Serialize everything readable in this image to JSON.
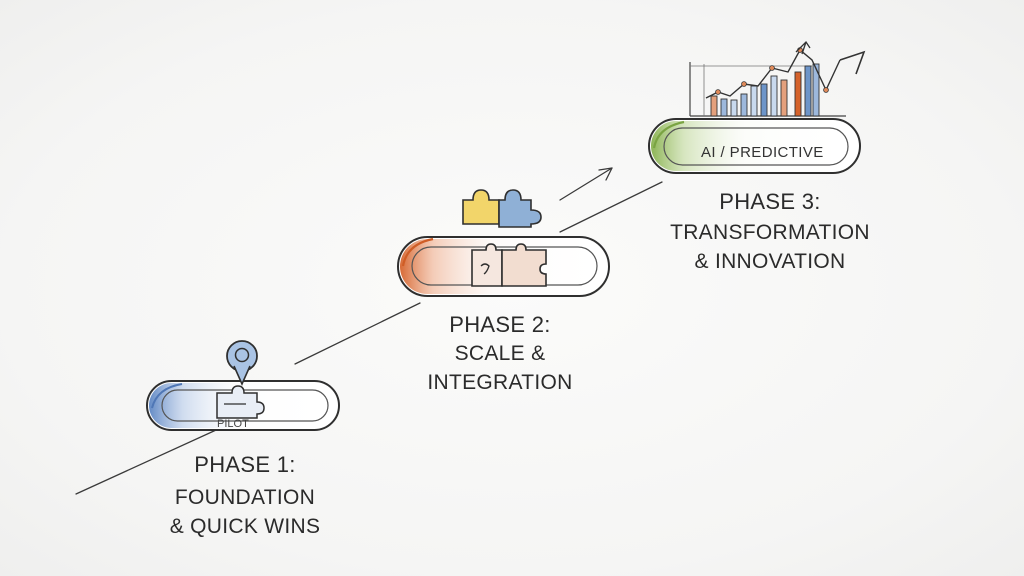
{
  "phases": [
    {
      "title": "PHASE 1:",
      "line1": "FOUNDATION",
      "line2": "& QUICK WINS",
      "pill_text": "PILOT",
      "accent": "#6a8fc4"
    },
    {
      "title": "PHASE 2:",
      "line1": "SCALE &",
      "line2": "INTEGRATION",
      "accent": "#d9743f"
    },
    {
      "title": "PHASE 3:",
      "line1": "TRANSFORMATION",
      "line2": "& INNOVATION",
      "pill_text": "AI / PREDICTIVE",
      "accent": "#8db45a"
    }
  ],
  "icons": {
    "phase1": "map-pin-puzzle-icon",
    "phase2": "puzzle-pieces-icon",
    "phase3": "growth-chart-icon"
  }
}
